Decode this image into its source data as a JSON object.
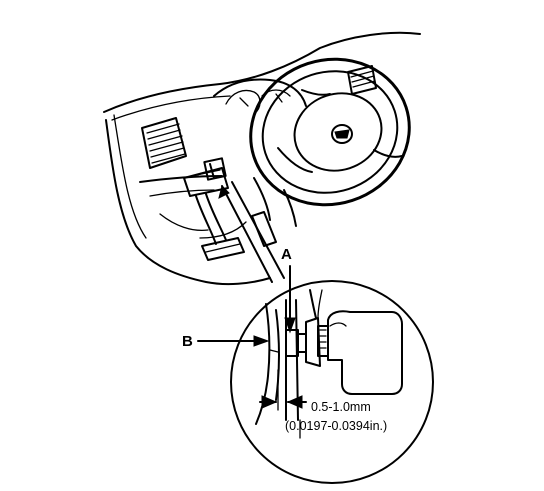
{
  "labels": {
    "a": "A",
    "b": "B"
  },
  "clearance": {
    "metric": "0.5-1.0mm",
    "imperial": "(0.0197-0.0394in.)"
  }
}
